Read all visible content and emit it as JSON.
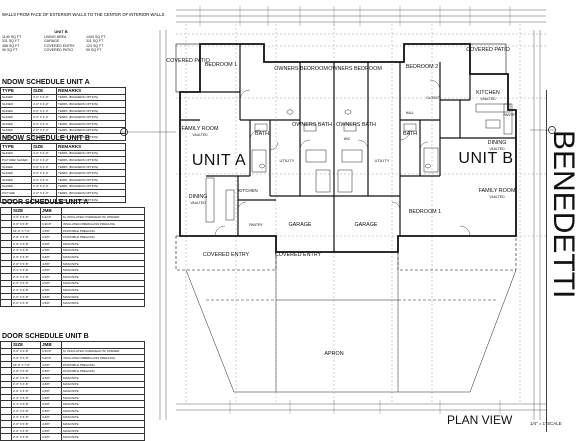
{
  "note": "WALLS FROM FACE OF EXTERIOR WALLS TO THE CENTER OF INTERIOR WALLS",
  "sqft": {
    "left": {
      "values": [
        "1140 SQ FT",
        "311 SQ FT",
        "458 SQ FT",
        "90 SQ FT"
      ]
    },
    "right": {
      "heading": "UNIT B",
      "values": [
        "1403 SQ FT",
        "311 SQ FT",
        "123 SQ FT",
        "90 SQ FT"
      ]
    },
    "labels": [
      "LIVING AREA",
      "GARAGE",
      "COVERED ENTRY",
      "COVERED PATIO"
    ]
  },
  "window_a": {
    "title": "NDOW SCHEDULE UNIT A",
    "headers": [
      "TYPE",
      "SIZE",
      "REMARKS"
    ],
    "rows": [
      [
        "SLIDER",
        "4'-0\" X 4'-0\"",
        "TEMPL (BUILDERS OPTION)"
      ],
      [
        "SLIDER",
        "4'-0\" X 4'-0\"",
        "TEMPL (BUILDERS OPTION)"
      ],
      [
        "SLIDER",
        "3'-0\" X 4'-0\"",
        "TEMPL (BUILDERS OPTION)"
      ],
      [
        "SLIDER",
        "3'-0\" X 4'-0\"",
        "TEMPL (BUILDERS OPTION)"
      ],
      [
        "SLIDER",
        "3'-0\" X 4'-0\"",
        "TEMPL (BUILDERS OPTION)"
      ],
      [
        "SLIDER",
        "2'-0\" X 2'-0\"",
        "TEMPL (BUILDERS OPTION)"
      ],
      [
        "SLIDER",
        "6'-0\" X 4'-0\"",
        "TEMPL (BUILDERS OPTION)"
      ]
    ]
  },
  "window_b": {
    "title": "NDOW SCHEDULE UNIT B",
    "headers": [
      "TYPE",
      "SIZE",
      "REMARKS"
    ],
    "rows": [
      [
        "SLIDER",
        "4'-0\" X 4'-0\"",
        "TEMPL (BUILDERS OPTION)"
      ],
      [
        "PICTURE/ SLIDER",
        "6'-0\" X 4'-0\"",
        "TEMPL (BUILDERS OPTION)"
      ],
      [
        "SLIDER",
        "3'-0\" X 4'-0\"",
        "TEMPL (BUILDERS OPTION)"
      ],
      [
        "SLIDER",
        "3'-0\" X 4'-0\"",
        "TEMPL (BUILDERS OPTION)"
      ],
      [
        "SLIDER",
        "3'-0\" X 4'-0\"",
        "TEMPL (BUILDERS OPTION)"
      ],
      [
        "SLIDER",
        "2'-0\" X 2'-0\"",
        "TEMPL (BUILDERS OPTION)"
      ],
      [
        "PICTURE",
        "4'-0\" X 4'-0\"",
        "TEMPL (BUILDERS OPTION)"
      ],
      [
        "PICTURE",
        "4'-0\" X 4'-0\"",
        "TEMPL (BUILDERS OPTION)"
      ]
    ]
  },
  "door_a": {
    "title": "DOOR SCHEDULE UNIT A",
    "headers": [
      "",
      "SIZE",
      "JMB",
      ""
    ],
    "rows": [
      [
        "",
        "3'-0\" X 6'-8\"",
        "6-9/16\"",
        "M, INSULATED OVERHEAD W/ OPENER"
      ],
      [
        "",
        "3'-0\" X 6'-8\"",
        "6-9/16\"",
        "INSULATED FIBERGLASS PREHUNG"
      ],
      [
        "",
        "16'-0\" X 7'-0\"",
        "4-5/8\"",
        "PAINTABLE PREHUNG"
      ],
      [
        "",
        "2'-8\" X 6'-8\"",
        "4-5/8\"",
        "PAINTABLE PREHUNG"
      ],
      [
        "",
        "2'-8\" X 6'-8\"",
        "4-5/8\"",
        "MASONITE"
      ],
      [
        "",
        "2'-6\" X 6'-8\"",
        "4-5/8\"",
        "MASONITE"
      ],
      [
        "",
        "2'-6\" X 6'-8\"",
        "4-5/8\"",
        "MASONITE"
      ],
      [
        "",
        "2'-0\" X 6'-8\"",
        "4-5/8\"",
        "MASONITE"
      ],
      [
        "",
        "2'-4\" X 6'-8\"",
        "4-5/8\"",
        "MASONITE"
      ],
      [
        "",
        "2'-4\" X 6'-8\"",
        "4-5/8\"",
        "MASONITE"
      ],
      [
        "",
        "2'-0\" X 6'-8\"",
        "4-5/8\"",
        "MASONITE"
      ],
      [
        "",
        "2'-0\" X 6'-8\"",
        "4-5/8\"",
        "MASONITE"
      ],
      [
        "",
        "2'-0\" X 6'-8\"",
        "4-5/8\"",
        "MASONITE"
      ],
      [
        "",
        "2'-0\" X 6'-8\"",
        "4-5/8\"",
        "MASONITE"
      ]
    ]
  },
  "door_b": {
    "title": "DOOR SCHEDULE UNIT B",
    "headers": [
      "",
      "SIZE",
      "JMB",
      ""
    ],
    "rows": [
      [
        "",
        "3'-0\" X 6'-8\"",
        "6-9/16\"",
        "M, INSULATED OVERHEAD W/ OPENER"
      ],
      [
        "",
        "3'-0\" X 6'-8\"",
        "6-9/16\"",
        "INSULATED FIBERGLASS PREHUNG"
      ],
      [
        "",
        "16'-0\" X 7'-0\"",
        "4-5/8\"",
        "PAINTABLE PREHUNG"
      ],
      [
        "",
        "2'-8\" X 6'-8\"",
        "4-5/8\"",
        "PAINTABLE PREHUNG"
      ],
      [
        "",
        "2'-8\" X 6'-8\"",
        "4-5/8\"",
        "MASONITE"
      ],
      [
        "",
        "2'-6\" X 6'-8\"",
        "4-5/8\"",
        "MASONITE"
      ],
      [
        "",
        "2'-6\" X 6'-8\"",
        "4-5/8\"",
        "MASONITE"
      ],
      [
        "",
        "2'-4\" X 6'-8\"",
        "4-5/8\"",
        "MASONITE"
      ],
      [
        "",
        "2'-4\" X 6'-8\"",
        "4-5/8\"",
        "MASONITE"
      ],
      [
        "",
        "2'-0\" X 6'-8\"",
        "4-5/8\"",
        "MASONITE"
      ],
      [
        "",
        "2'-0\" X 6'-8\"",
        "4-5/8\"",
        "MASONITE"
      ],
      [
        "",
        "2'-0\" X 6'-8\"",
        "4-5/8\"",
        "MASONITE"
      ],
      [
        "",
        "2'-0\" X 6'-8\"",
        "4-5/8\"",
        "MASONITE"
      ],
      [
        "",
        "2'-0\" X 6'-8\"",
        "4-5/8\"",
        "MASONITE"
      ]
    ]
  },
  "rooms": {
    "covered_patio_a": "COVERED PATIO",
    "bedroom1_a": "BEDROOM 1",
    "owners_bed_a": "OWNERS BEDROOM",
    "owners_bed_b": "OWNERS BEDROOM",
    "bedroom2_b": "BEDROOM 2",
    "covered_patio_b": "COVERED PATIO",
    "family_a": "FAMILY ROOM",
    "vaulted": "VAULTED",
    "bath_a": "BATH",
    "owners_bath_a": "OWNERS BATH",
    "owners_bath_b": "OWNERS BATH",
    "bath_b": "BATH",
    "kitchen_b": "KITCHEN",
    "dining_b": "DINING",
    "unit_a": "UNIT A",
    "unit_b": "UNIT B",
    "utility_a": "UTILITY",
    "utility_b": "UTILITY",
    "family_b": "FAMILY ROOM",
    "dining_a": "DINING",
    "kitchen_a": "KITCHEN",
    "bedroom1_b": "BEDROOM 1",
    "garage_a": "GARAGE",
    "garage_b": "GARAGE",
    "pantry_a": "PANTRY",
    "pantry_b": "PANTRY",
    "closet": "CLOSET",
    "hall": "HALL",
    "wic": "WIC",
    "covered_entry_a": "COVERED ENTRY",
    "covered_entry_b": "COVERED ENTRY",
    "apron": "APRON"
  },
  "title": "PLAN VIEW",
  "scale": "1/4\" = 1' SCALE",
  "side_text": "BENEDETTI"
}
